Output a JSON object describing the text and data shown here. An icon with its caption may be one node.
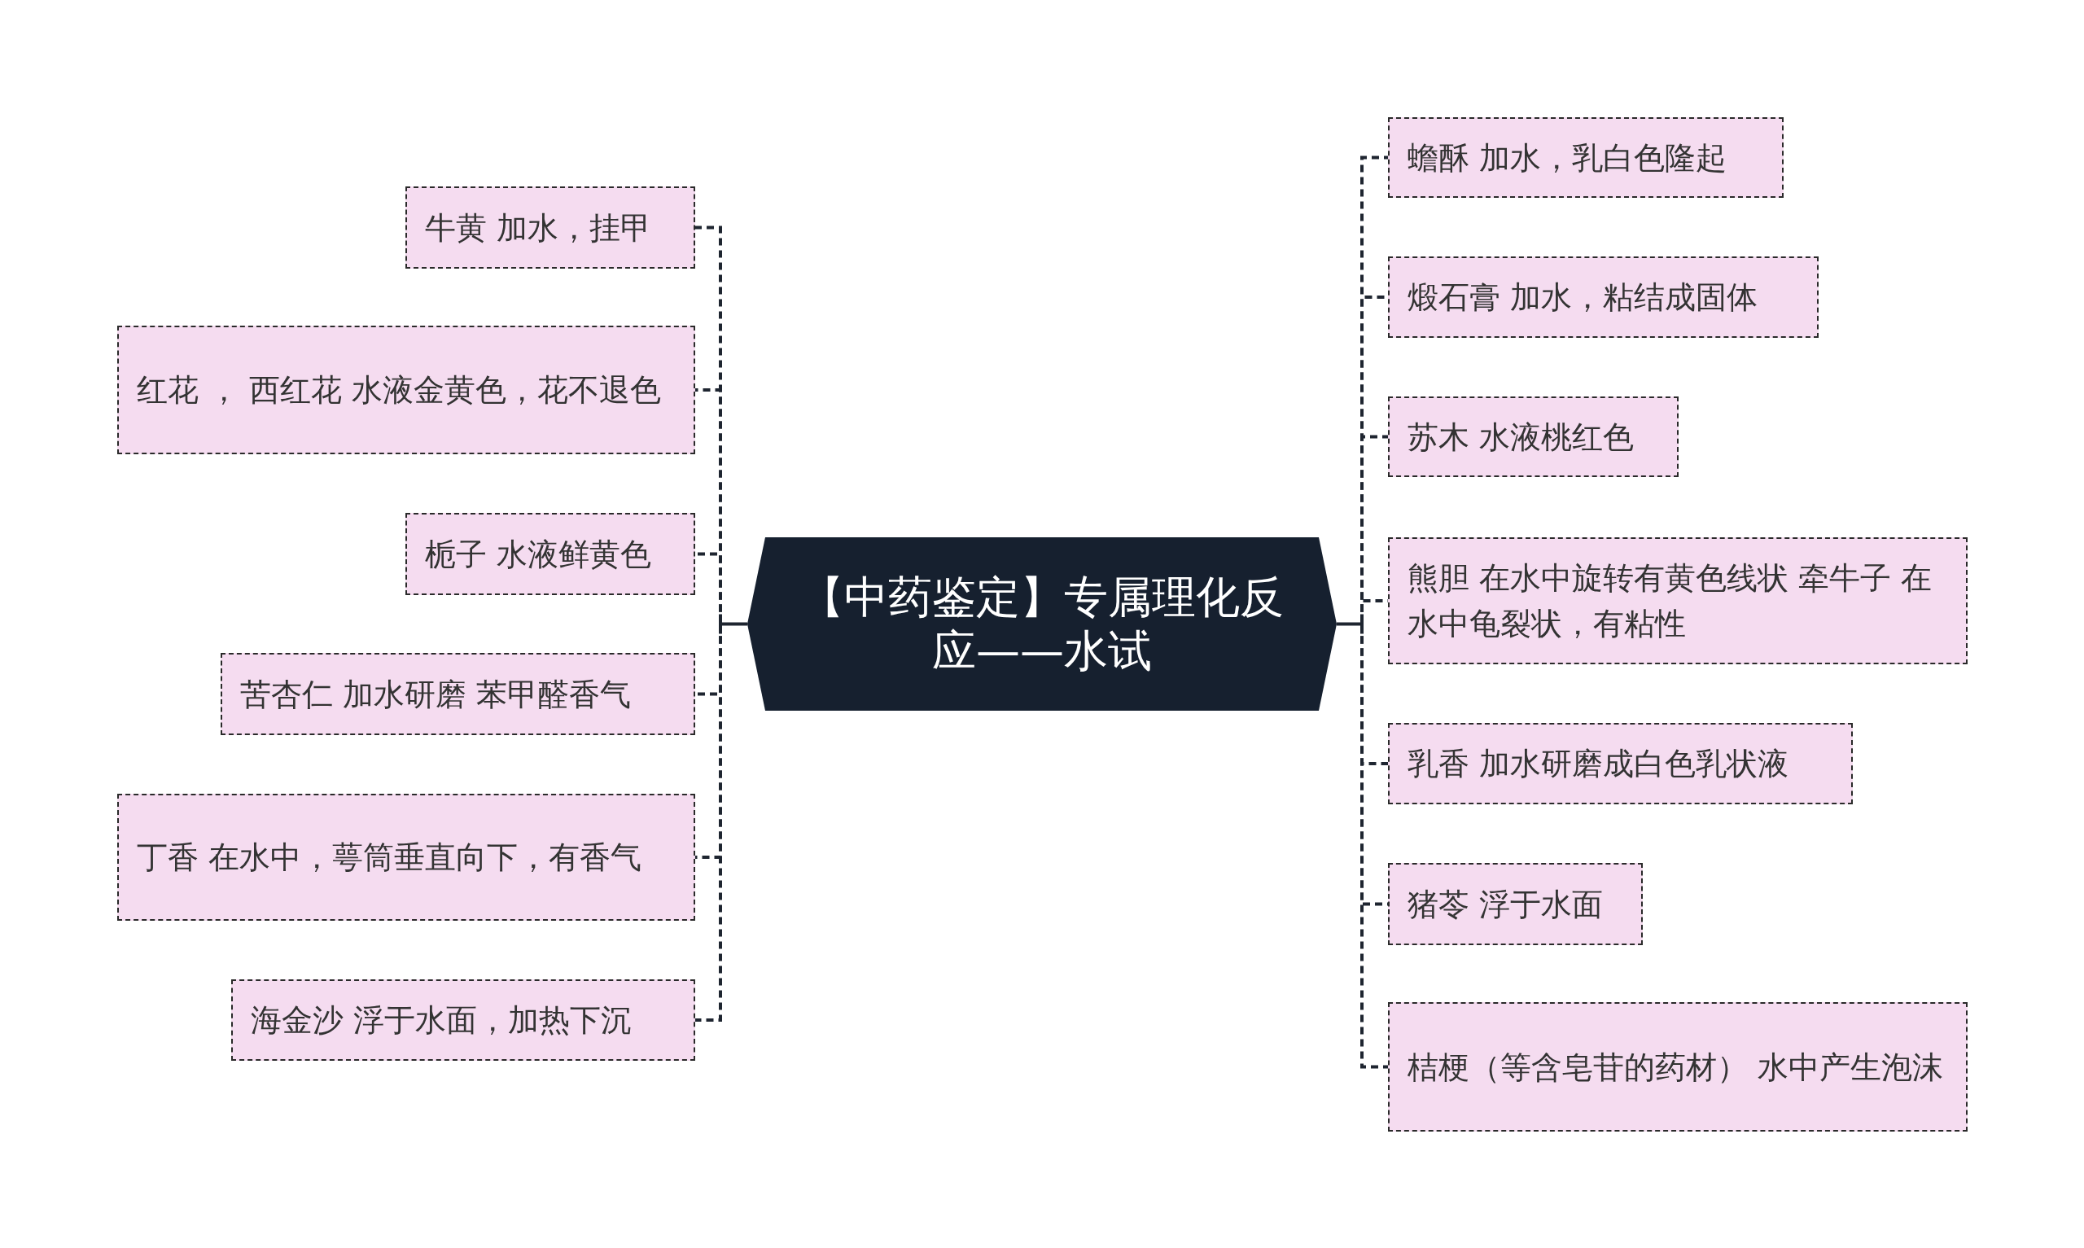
{
  "diagram": {
    "nodes": [
      {
        "text": [
          "【中药鉴定】专属理化反应——水试"
        ]
      },
      {
        "text": [
          "牛黄 加水，挂甲"
        ]
      },
      {
        "text": [
          "红花 ， 西红花 水液金黄色，花不退色"
        ]
      },
      {
        "text": [
          "栀子 水液鲜黄色"
        ]
      },
      {
        "text": [
          "苦杏仁 加水研磨 苯甲醛香气"
        ]
      },
      {
        "text": [
          "丁香 在水中，萼筒垂直向下，有香气"
        ]
      },
      {
        "text": [
          "海金沙 浮于水面，加热下沉"
        ]
      },
      {
        "text": [
          "蟾酥 加水，乳白色隆起"
        ]
      },
      {
        "text": [
          "煅石膏 加水，粘结成固体"
        ]
      },
      {
        "text": [
          "苏木 水液桃红色"
        ]
      },
      {
        "text": [
          "熊胆 在水中旋转有黄色线状 牵牛子 在水中龟裂状，有粘性"
        ]
      },
      {
        "text": [
          "乳香 加水研磨成白色乳状液"
        ]
      },
      {
        "text": [
          "猪苓 浮于水面"
        ]
      },
      {
        "text": [
          "桔梗（等含皂苷的药材） 水中产生泡沫"
        ]
      }
    ],
    "edges": [
      {
        "from": 0,
        "to": 1,
        "arrow": "none",
        "style": "dashed"
      },
      {
        "from": 0,
        "to": 2,
        "arrow": "none",
        "style": "dashed"
      },
      {
        "from": 0,
        "to": 3,
        "arrow": "none",
        "style": "dashed"
      },
      {
        "from": 0,
        "to": 4,
        "arrow": "none",
        "style": "dashed"
      },
      {
        "from": 0,
        "to": 5,
        "arrow": "none",
        "style": "dashed"
      },
      {
        "from": 0,
        "to": 6,
        "arrow": "none",
        "style": "dashed"
      },
      {
        "from": 0,
        "to": 7,
        "arrow": "none",
        "style": "dashed"
      },
      {
        "from": 0,
        "to": 8,
        "arrow": "none",
        "style": "dashed"
      },
      {
        "from": 0,
        "to": 9,
        "arrow": "none",
        "style": "dashed"
      },
      {
        "from": 0,
        "to": 10,
        "arrow": "none",
        "style": "dashed"
      },
      {
        "from": 0,
        "to": 11,
        "arrow": "none",
        "style": "dashed"
      },
      {
        "from": 0,
        "to": 12,
        "arrow": "none",
        "style": "dashed"
      },
      {
        "from": 0,
        "to": 13,
        "arrow": "none",
        "style": "dashed"
      }
    ]
  }
}
